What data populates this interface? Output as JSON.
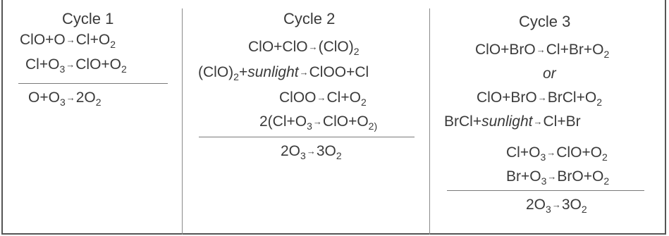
{
  "cycles": [
    {
      "title": "Cycle 1",
      "reactions": [
        [
          "ClO+O",
          "Cl+O2"
        ],
        [
          "Cl+O3",
          "ClO+O2"
        ]
      ],
      "net": [
        "O+O3",
        "2O2"
      ]
    },
    {
      "title": "Cycle 2",
      "reactions": [
        [
          "ClO+ClO",
          "(ClO)2"
        ],
        [
          "(ClO)2+sunlight",
          "ClOO+Cl"
        ],
        [
          "ClOO",
          "Cl+O2"
        ],
        [
          "2(Cl+O3",
          "ClO+O2)"
        ]
      ],
      "net": [
        "2O3",
        "3O2"
      ]
    },
    {
      "title": "Cycle 3",
      "reactions": [
        [
          "ClO+BrO",
          "Cl+Br+O2"
        ],
        [
          "or"
        ],
        [
          "ClO+BrO",
          "BrCl+O2"
        ],
        [
          "BrCl+sunlight",
          "Cl+Br"
        ],
        [
          "Cl+O3",
          "ClO+O2"
        ],
        [
          "Br+O3",
          "BrO+O2"
        ]
      ],
      "net": [
        "2O3",
        "3O2"
      ]
    }
  ]
}
